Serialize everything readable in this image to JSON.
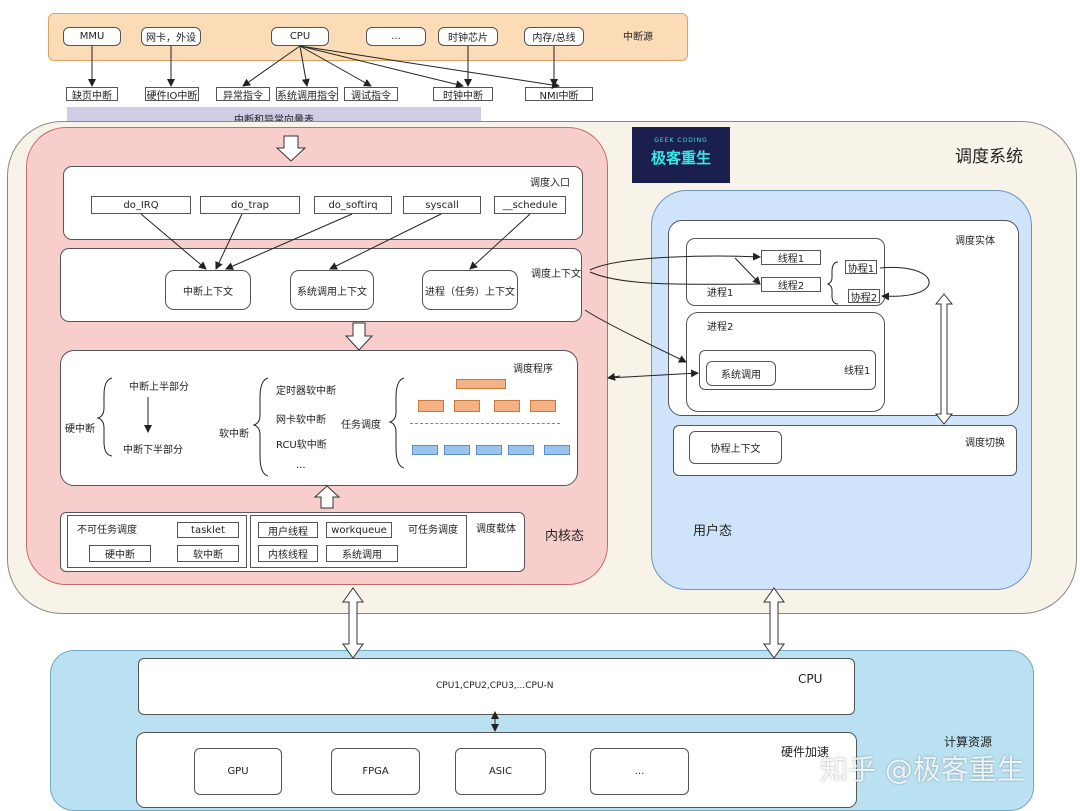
{
  "interrupt_sources": {
    "label": "中断源",
    "sources": [
      "MMU",
      "网卡，外设",
      "CPU",
      "...",
      "时钟芯片",
      "内存/总线"
    ],
    "events": [
      "缺页中断",
      "硬件IO中断",
      "异常指令",
      "系统调用指令",
      "调试指令",
      "时钟中断",
      "NMI中断"
    ],
    "vector_table": "中断和异常向量表"
  },
  "scheduler_system": {
    "title": "调度系统",
    "kernel": {
      "label": "内核态",
      "entry": {
        "label": "调度入口",
        "items": [
          "do_IRQ",
          "do_trap",
          "do_softirq",
          "syscall",
          "__schedule"
        ]
      },
      "context": {
        "label": "调度上下文",
        "items": [
          "中断上下文",
          "系统调用上下文",
          "进程（任务）上下文"
        ]
      },
      "program": {
        "label": "调度程序",
        "hard_irq": "硬中断",
        "top_half": "中断上半部分",
        "bottom_half": "中断下半部分",
        "soft_irq": "软中断",
        "soft_items": [
          "定时器软中断",
          "网卡软中断",
          "RCU软中断",
          "..."
        ],
        "task_sched": "任务调度"
      },
      "carrier": {
        "label": "调度载体",
        "non_task": "不可任务调度",
        "tasklet": "tasklet",
        "hardirq": "硬中断",
        "softirq": "软中断",
        "task": "可任务调度",
        "user_thread": "用户线程",
        "workqueue": "workqueue",
        "kernel_thread": "内核线程",
        "syscall": "系统调用"
      }
    },
    "user": {
      "label": "用户态",
      "entity": {
        "label": "调度实体",
        "process1": "进程1",
        "thread1": "线程1",
        "thread2": "线程2",
        "coroutine1": "协程1",
        "coroutine2": "协程2",
        "process2": "进程2",
        "syscall": "系统调用",
        "p2_thread1": "线程1"
      },
      "switch": {
        "label": "调度切换",
        "coroutine_ctx": "协程上下文"
      }
    }
  },
  "compute": {
    "label": "计算资源",
    "cpu_label": "CPU",
    "cpu_list": "CPU1,CPU2,CPU3,...CPU-N",
    "hw_label": "硬件加速",
    "hw_items": [
      "GPU",
      "FPGA",
      "ASIC",
      "..."
    ]
  },
  "logo": {
    "text": "极客重生",
    "sub": "GEEK CODING"
  },
  "watermark": "知乎 @极客重生",
  "colors": {
    "orange": "#fbdcb6",
    "kernel": "#f8cecc",
    "user": "#cfe4fa",
    "compute": "#b9e1f2",
    "outer": "#f8f3e8",
    "vector": "#cfcce6"
  }
}
